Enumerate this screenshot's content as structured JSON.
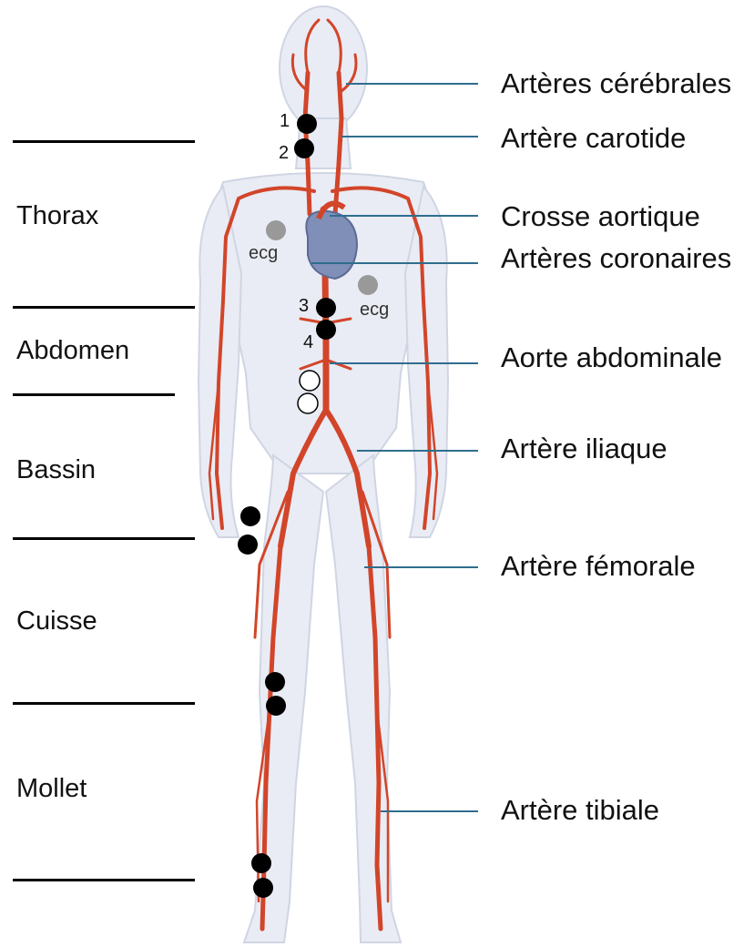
{
  "labels": {
    "arteres_cerebrales": "Artères cérébrales",
    "artere_carotide": "Artère carotide",
    "crosse_aortique": "Crosse aortique",
    "arteres_coronaires": "Artères coronaires",
    "aorte_abdominale": "Aorte abdominale",
    "artere_iliaque": "Artère iliaque",
    "artere_femorale": "Artère fémorale",
    "artere_tibiale": "Artère tibiale"
  },
  "regions": {
    "thorax": "Thorax",
    "abdomen": "Abdomen",
    "bassin": "Bassin",
    "cuisse": "Cuisse",
    "mollet": "Mollet"
  },
  "markers": {
    "n1": "1",
    "n2": "2",
    "n3": "3",
    "n4": "4",
    "ecg": "ecg"
  },
  "colors": {
    "artery": "#d2452a",
    "body": "#e9ecf4",
    "body_edge": "#cfd5e3",
    "leader_line": "#2f6e8e",
    "heart": "#7f8fb8",
    "sensor_black": "#000000",
    "sensor_grey": "#999999"
  }
}
